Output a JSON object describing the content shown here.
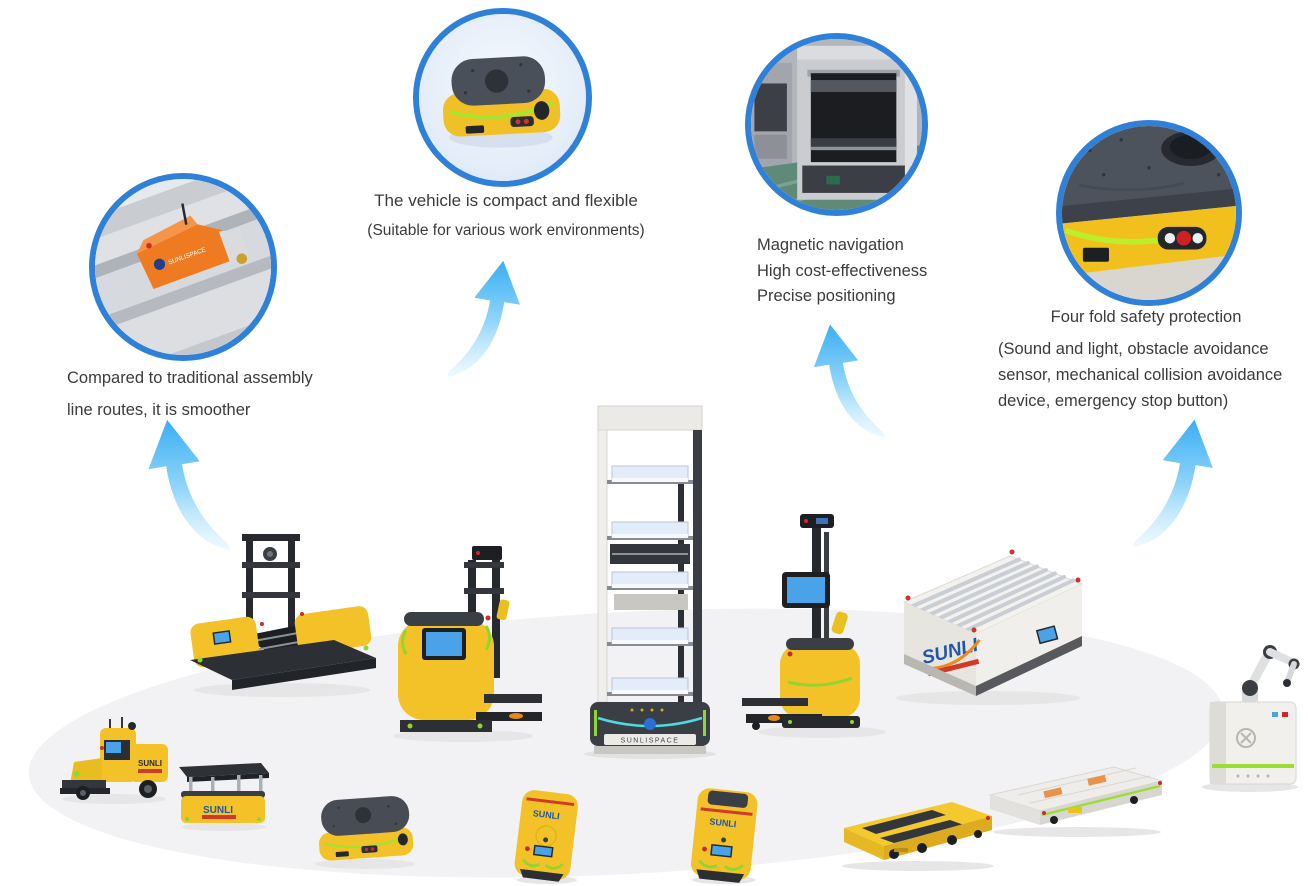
{
  "colors": {
    "circle_ring": "#2f80d9",
    "arrow_blue": "#3aaef3",
    "text": "#3b3b3b",
    "floor": "#f2f2f4",
    "robot_yellow": "#f2c228",
    "robot_dark": "#3a3e45",
    "accent_green": "#8fd630",
    "screen_blue": "#4aa3e8",
    "shuttle_orange": "#ee7b21"
  },
  "brand": {
    "sunli": "SUNLI",
    "sunlispace": "SUNLISPACE"
  },
  "features": [
    {
      "lines": [
        "Compared to traditional assembly",
        "line routes, it is smoother"
      ]
    },
    {
      "title": "The vehicle is compact and flexible",
      "subtitle": "(Suitable for various work environments)"
    },
    {
      "lines": [
        "Magnetic navigation",
        "High cost-effectiveness",
        "Precise positioning"
      ]
    },
    {
      "title": "Four fold safety protection",
      "lines": [
        "(Sound and light, obstacle avoidance",
        "sensor, mechanical collision avoidance",
        "device, emergency stop button)"
      ]
    }
  ]
}
